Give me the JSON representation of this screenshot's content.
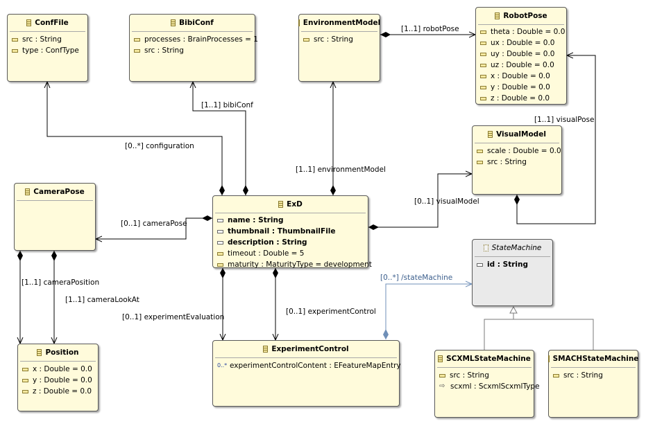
{
  "classes": {
    "conffile": {
      "name": "ConfFile",
      "attrs": [
        "src : String",
        "type : ConfType"
      ]
    },
    "bibiconf": {
      "name": "BibiConf",
      "attrs": [
        "processes : BrainProcesses = 1",
        "src : String"
      ]
    },
    "envmodel": {
      "name": "EnvironmentModel",
      "attrs": [
        "src : String"
      ]
    },
    "robotpose": {
      "name": "RobotPose",
      "attrs": [
        "theta : Double = 0.0",
        "ux : Double = 0.0",
        "uy : Double = 0.0",
        "uz : Double = 0.0",
        "x : Double = 0.0",
        "y : Double = 0.0",
        "z : Double = 0.0"
      ]
    },
    "visualmodel": {
      "name": "VisualModel",
      "attrs": [
        "scale : Double = 0.0",
        "src : String"
      ]
    },
    "camerapose": {
      "name": "CameraPose",
      "attrs": []
    },
    "exd": {
      "name": "ExD",
      "attrs": [
        "name : String",
        "thumbnail : ThumbnailFile",
        "description : String",
        "timeout : Double = 5",
        "maturity : MaturityType = development"
      ]
    },
    "statemachine": {
      "name": "StateMachine",
      "attrs": [
        "id : String"
      ]
    },
    "position": {
      "name": "Position",
      "attrs": [
        "x : Double = 0.0",
        "y : Double = 0.0",
        "z : Double = 0.0"
      ]
    },
    "expcontrol": {
      "name": "ExperimentControl",
      "attrs": [
        "experimentControlContent : EFeatureMapEntry"
      ]
    },
    "scxml": {
      "name": "SCXMLStateMachine",
      "attrs": [
        "src : String",
        "scxml : ScxmlScxmlType"
      ]
    },
    "smach": {
      "name": "SMACHStateMachine",
      "attrs": [
        "src : String"
      ]
    }
  },
  "edges": {
    "configuration": "[0..*] configuration",
    "bibiconf": "[1..1] bibiConf",
    "environmentmodel": "[1..1] environmentModel",
    "robotpose": "[1..1] robotPose",
    "visualpose": "[1..1] visualPose",
    "visualmodel": "[0..1] visualModel",
    "camerapose": "[0..1] cameraPose",
    "cameraposition": "[1..1] cameraPosition",
    "cameralookat": "[1..1] cameraLookAt",
    "experimentevaluation": "[0..1] experimentEvaluation",
    "experimentcontrol": "[0..1] experimentControl",
    "statemachine": "[0..*] /stateMachine"
  },
  "colors": {
    "class_fill": "#fffbdb",
    "abstract_fill": "#eaeaea",
    "edge": "#000000",
    "derived_edge": "#6f8fb8"
  }
}
